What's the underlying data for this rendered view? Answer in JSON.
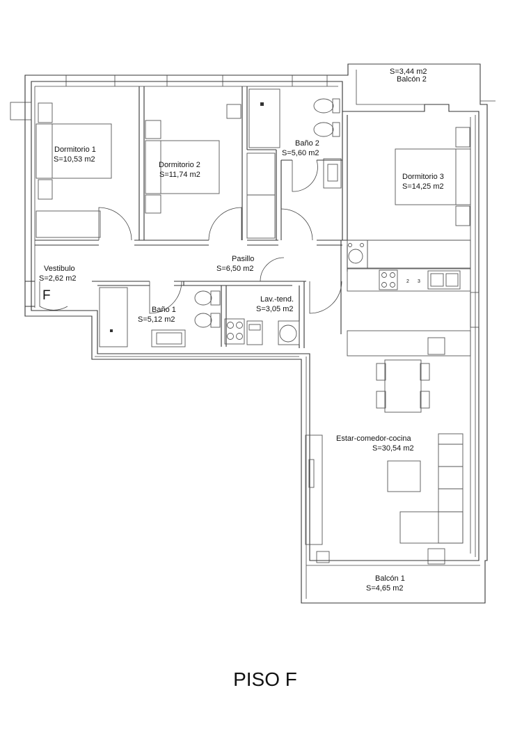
{
  "plan_title": "PISO F",
  "unit_letter": "F",
  "rooms": [
    {
      "id": "dormitorio-1",
      "name": "Dormitorio 1",
      "area": "S=10,53 m2"
    },
    {
      "id": "dormitorio-2",
      "name": "Dormitorio 2",
      "area": "S=11,74 m2"
    },
    {
      "id": "bano-2",
      "name": "Baño 2",
      "area": "S=5,60 m2"
    },
    {
      "id": "dormitorio-3",
      "name": "Dormitorio 3",
      "area": "S=14,25 m2"
    },
    {
      "id": "balcon-2",
      "name": "Balcón 2",
      "area": "S=3,44 m2"
    },
    {
      "id": "pasillo",
      "name": "Pasillo",
      "area": "S=6,50 m2"
    },
    {
      "id": "vestibulo",
      "name": "Vestibulo",
      "area": "S=2,62 m2"
    },
    {
      "id": "bano-1",
      "name": "Baño 1",
      "area": "S=5,12 m2"
    },
    {
      "id": "lav-tend",
      "name": "Lav.-tend.",
      "area": "S=3,05 m2"
    },
    {
      "id": "estar",
      "name": "Estar-comedor-cocina",
      "area": "S=30,54 m2"
    },
    {
      "id": "balcon-1",
      "name": "Balcón 1",
      "area": "S=4,65 m2"
    }
  ],
  "cooktop_marks": [
    "2",
    "3"
  ]
}
